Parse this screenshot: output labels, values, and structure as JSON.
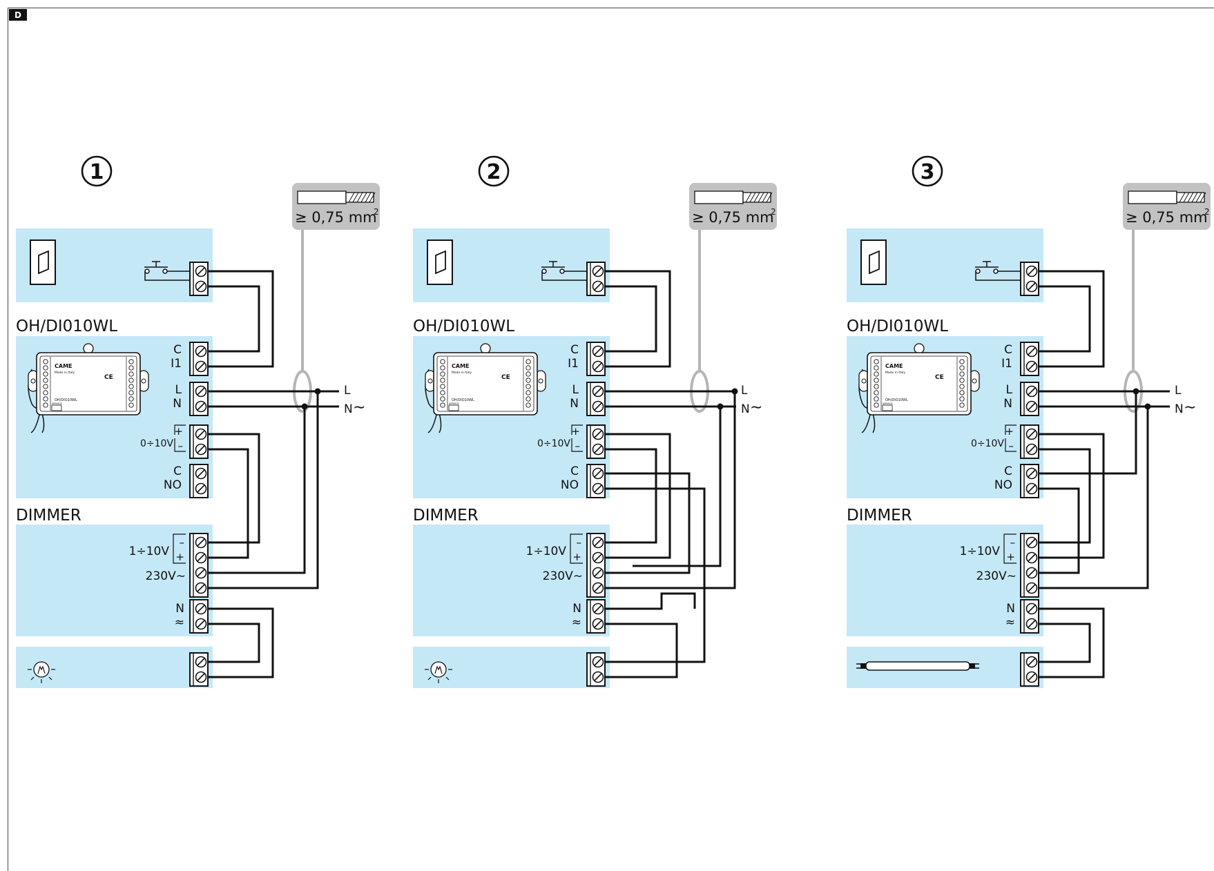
{
  "page_tag": "D",
  "colors": {
    "panel": "#c5e8f7",
    "wire": "#111111",
    "cable": "#b5b5b5",
    "terminal_bg": "#ffffff"
  },
  "diagrams": [
    {
      "number": "1",
      "device_label": "OH/DI010WL",
      "dimmer_label": "DIMMER",
      "cable_label": "≥ 0,75 mm",
      "cable_sup": "2",
      "device_terminals": {
        "c": "C",
        "i1": "I1",
        "l": "L",
        "n": "N",
        "v010": "0÷10V",
        "plus": "+",
        "minus": "–",
        "c2": "C",
        "no": "NO"
      },
      "dimmer_terminals": {
        "v110": "1÷10V",
        "minus": "–",
        "plus": "+",
        "v230": "230V∼",
        "n_out": "N",
        "out_sym": "≈"
      },
      "mains": {
        "l": "L",
        "n": "N",
        "ac": "∼"
      },
      "device_marking": {
        "brand": "CAME",
        "made": "Made in Italy",
        "model": "OH/DIO10WL",
        "ce": "CE",
        "service": "SERVICE"
      },
      "load_icon": "lamp-icon"
    },
    {
      "number": "2",
      "device_label": "OH/DI010WL",
      "dimmer_label": "DIMMER",
      "cable_label": "≥ 0,75 mm",
      "cable_sup": "2",
      "device_terminals": {
        "c": "C",
        "i1": "I1",
        "l": "L",
        "n": "N",
        "v010": "0÷10V",
        "plus": "+",
        "minus": "–",
        "c2": "C",
        "no": "NO"
      },
      "dimmer_terminals": {
        "v110": "1÷10V",
        "minus": "–",
        "plus": "+",
        "v230": "230V∼",
        "n_out": "N",
        "out_sym": "≈"
      },
      "mains": {
        "l": "L",
        "n": "N",
        "ac": "∼"
      },
      "device_marking": {
        "brand": "CAME",
        "made": "Made in Italy",
        "model": "OH/DIO10WL",
        "ce": "CE",
        "service": "SERVICE"
      },
      "load_icon": "lamp-icon"
    },
    {
      "number": "3",
      "device_label": "OH/DI010WL",
      "dimmer_label": "DIMMER",
      "cable_label": "≥ 0,75 mm",
      "cable_sup": "2",
      "device_terminals": {
        "c": "C",
        "i1": "I1",
        "l": "L",
        "n": "N",
        "v010": "0÷10V",
        "plus": "+",
        "minus": "–",
        "c2": "C",
        "no": "NO"
      },
      "dimmer_terminals": {
        "v110": "1÷10V",
        "minus": "–",
        "plus": "+",
        "v230": "230V∼",
        "n_out": "N",
        "out_sym": "≈"
      },
      "mains": {
        "l": "L",
        "n": "N",
        "ac": "∼"
      },
      "device_marking": {
        "brand": "CAME",
        "made": "Made in Italy",
        "model": "OH/DIO10WL",
        "ce": "CE",
        "service": "SERVICE"
      },
      "load_icon": "fluorescent-tube-icon"
    }
  ]
}
